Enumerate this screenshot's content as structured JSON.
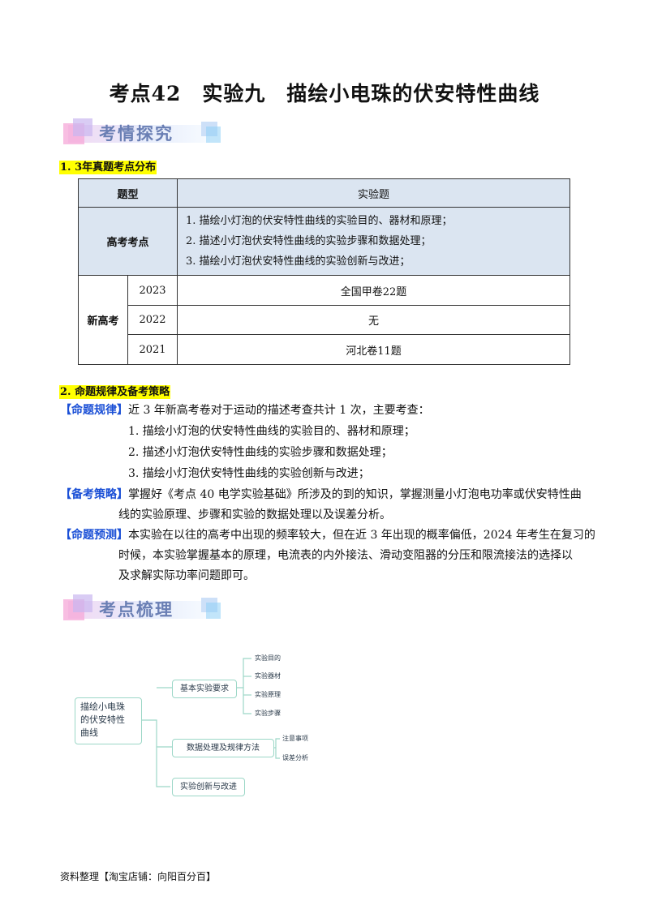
{
  "title": "考点42　实验九　描绘小电珠的伏安特性曲线",
  "section1_banner": "考情探究",
  "section2_banner": "考点梳理",
  "h1": "1. 3年真题考点分布",
  "table": {
    "type_label": "题型",
    "type_value": "实验题",
    "points_label": "高考考点",
    "points": [
      "1.  描绘小灯泡的伏安特性曲线的实验目的、器材和原理；",
      "2.  描述小灯泡伏安特性曲线的实验步骤和数据处理；",
      "3.  描绘小灯泡伏安特性曲线的实验创新与改进；"
    ],
    "new_label": "新高考",
    "rows": [
      {
        "year": "2023",
        "value": "全国甲卷22题"
      },
      {
        "year": "2022",
        "value": "无"
      },
      {
        "year": "2021",
        "value": "河北卷11题"
      }
    ]
  },
  "h2": "2. 命题规律及备考策略",
  "rule_tag": "【命题规律】",
  "rule_text": "近 3 年新高考卷对于运动的描述考查共计 1 次，主要考查：",
  "rule_items": [
    "1. 描绘小灯泡的伏安特性曲线的实验目的、器材和原理；",
    "2. 描述小灯泡伏安特性曲线的实验步骤和数据处理；",
    "3. 描绘小灯泡伏安特性曲线的实验创新与改进；"
  ],
  "strategy_tag": "【备考策略】",
  "strategy_l1": "掌握好《考点 40  电学实验基础》所涉及的到的知识，掌握测量小灯泡电功率或伏安特性曲",
  "strategy_l2": "线的实验原理、步骤和实验的数据处理以及误差分析。",
  "predict_tag": "【命题预测】",
  "predict_l1": "本实验在以往的高考中出现的频率较大，但在近 3 年出现的概率偏低，2024 年考生在复习的",
  "predict_l2": "时候，本实验掌握基本的原理，电流表的内外接法、滑动变阻器的分压和限流接法的选择以",
  "predict_l3": "及求解实际功率问题即可。",
  "mindmap": {
    "root": [
      "描绘小电珠",
      "的伏安特性",
      "曲线"
    ],
    "b1": "基本实验要求",
    "b1_items": [
      "实验目的",
      "实验器材",
      "实验原理",
      "实验步骤"
    ],
    "b2": "数据处理及规律方法",
    "b2_items": [
      "注意事项",
      "误差分析"
    ],
    "b3": "实验创新与改进"
  },
  "footer": "资料整理【淘宝店铺：向阳百分百】",
  "colors": {
    "highlight": "#ffff00",
    "tag_blue": "#1a4fd6",
    "table_shade": "#dbe5f1",
    "mindmap_line": "#9cd7c7"
  }
}
